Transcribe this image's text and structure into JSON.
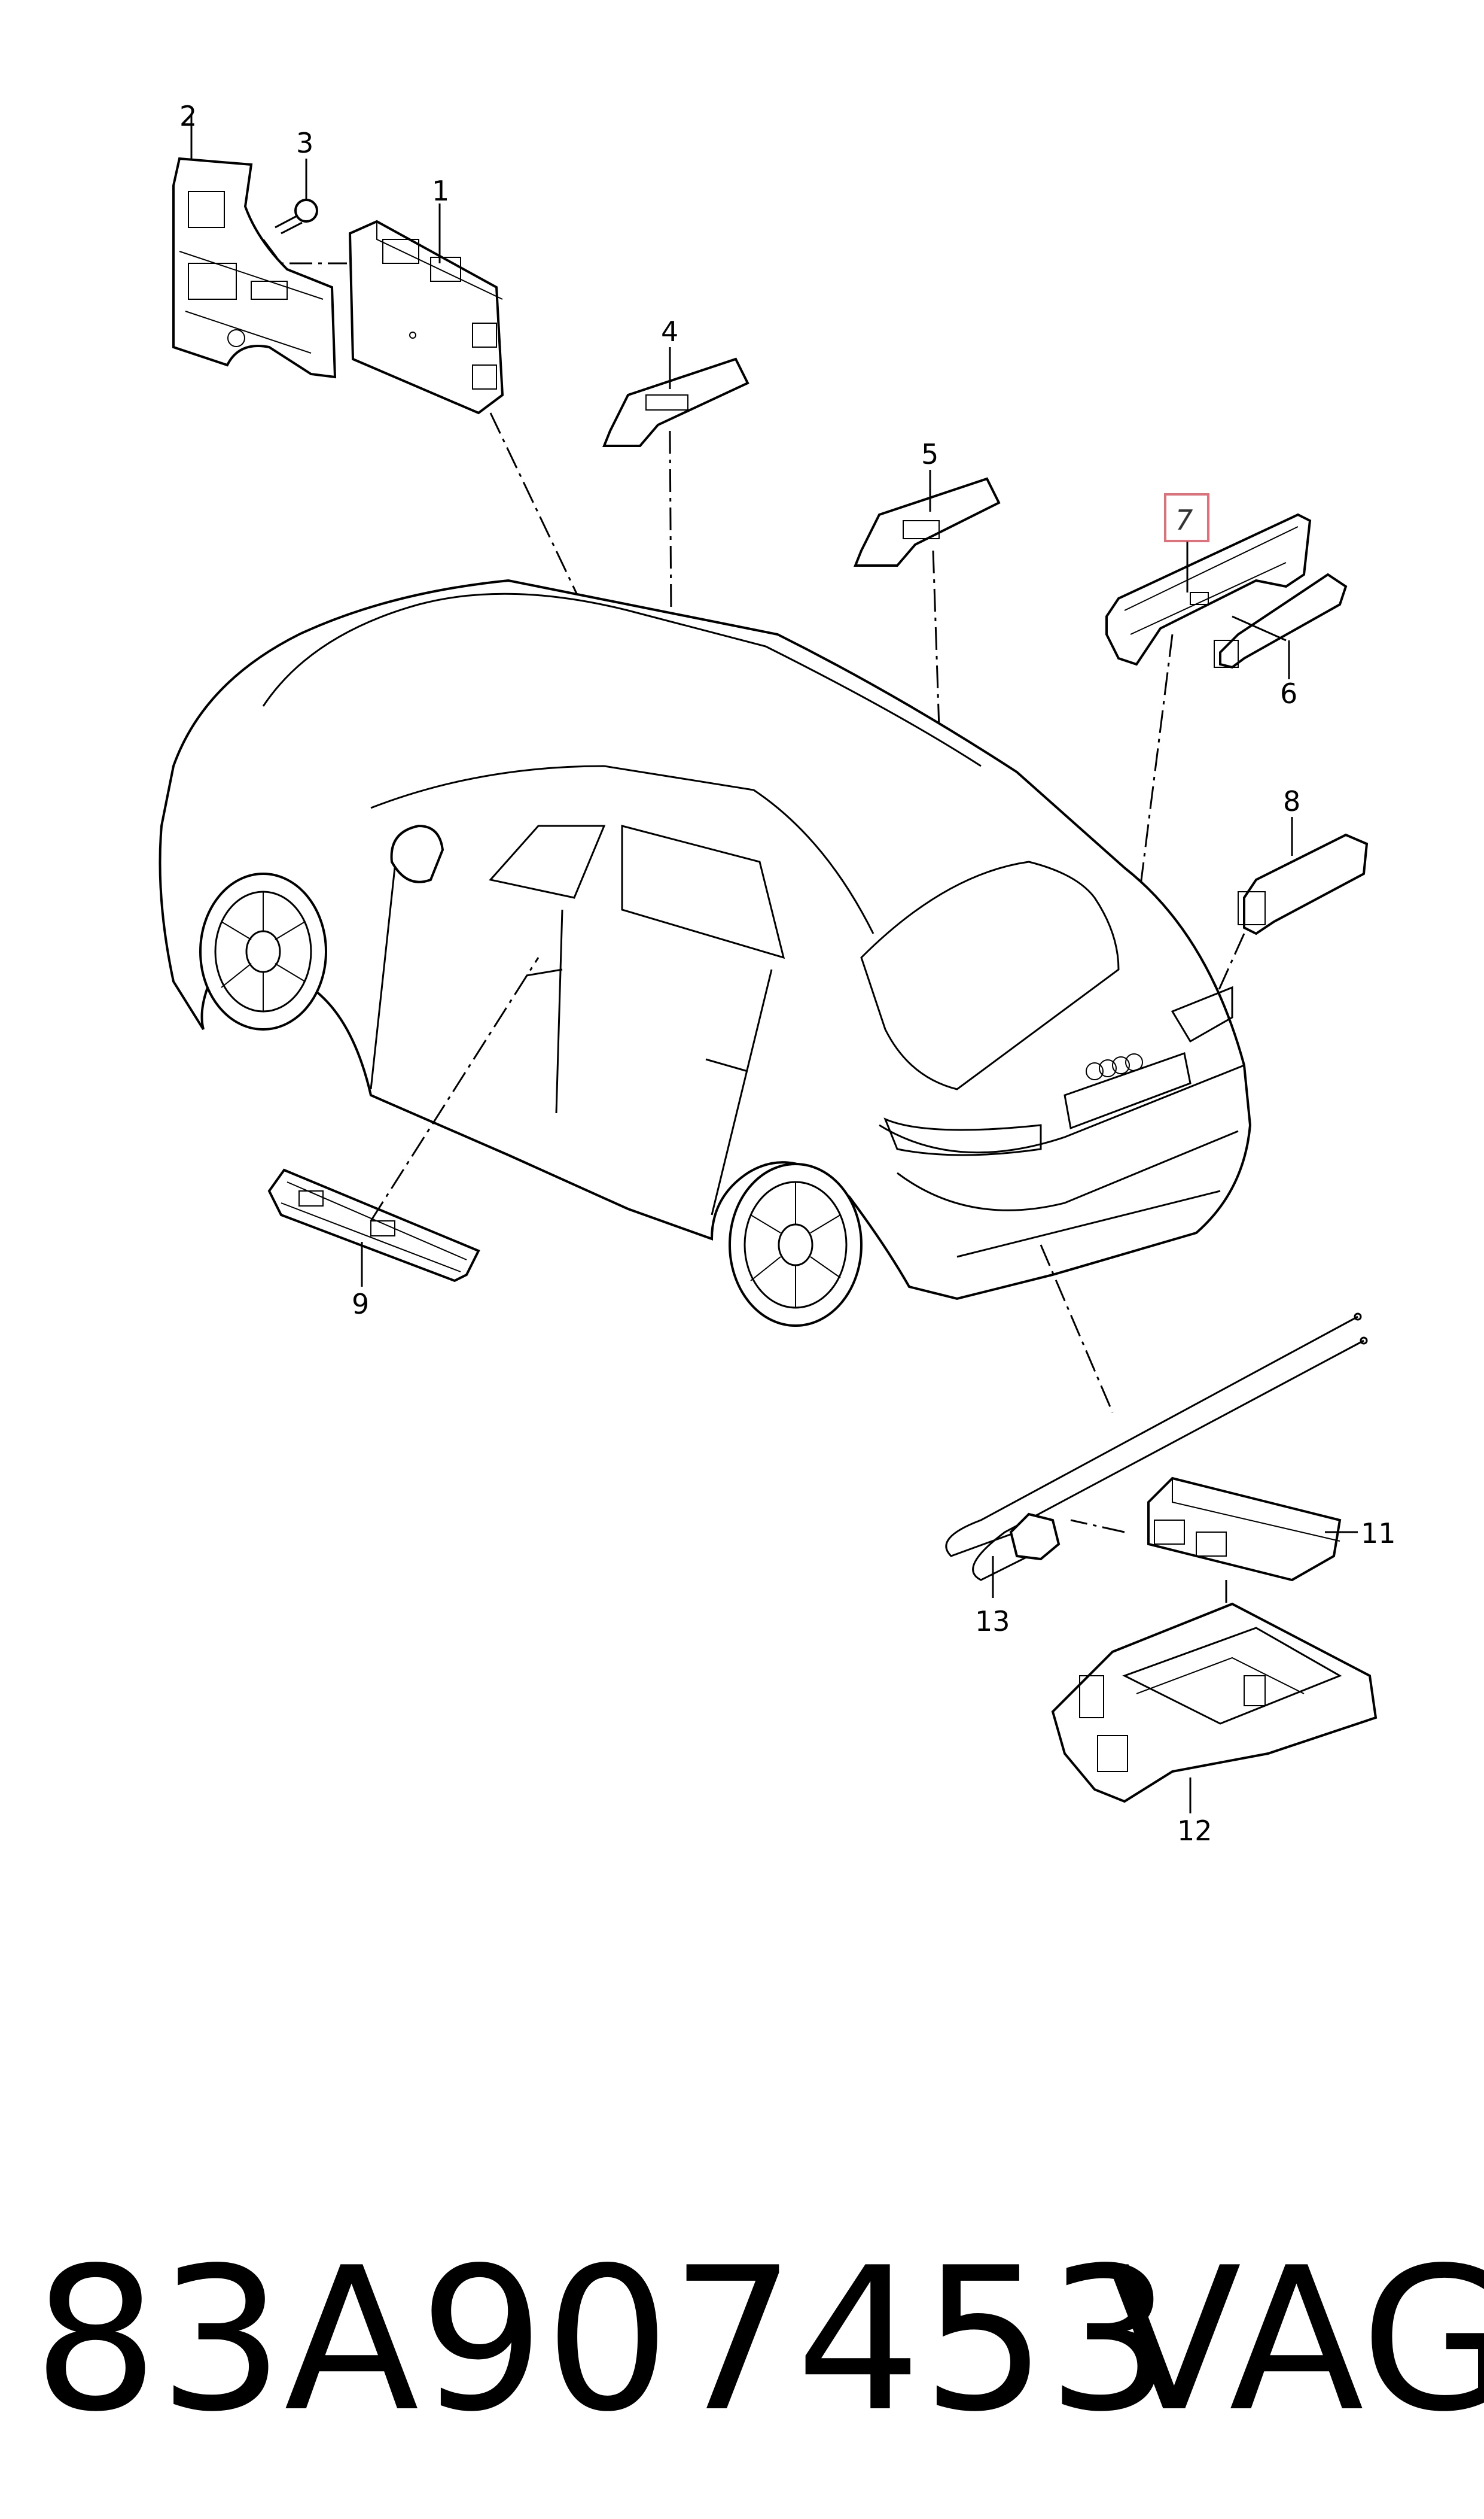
{
  "callouts": [
    {
      "id": "1",
      "label": "1"
    },
    {
      "id": "2",
      "label": "2"
    },
    {
      "id": "3",
      "label": "3"
    },
    {
      "id": "4",
      "label": "4"
    },
    {
      "id": "5",
      "label": "5"
    },
    {
      "id": "6",
      "label": "6"
    },
    {
      "id": "7",
      "label": "7",
      "highlighted": true
    },
    {
      "id": "8",
      "label": "8"
    },
    {
      "id": "9",
      "label": "9"
    },
    {
      "id": "11",
      "label": "11"
    },
    {
      "id": "12",
      "label": "12"
    },
    {
      "id": "13",
      "label": "13"
    }
  ],
  "highlight_color": "#e0707a",
  "footer": {
    "part_number": "83A907453",
    "brand": "VAG"
  }
}
